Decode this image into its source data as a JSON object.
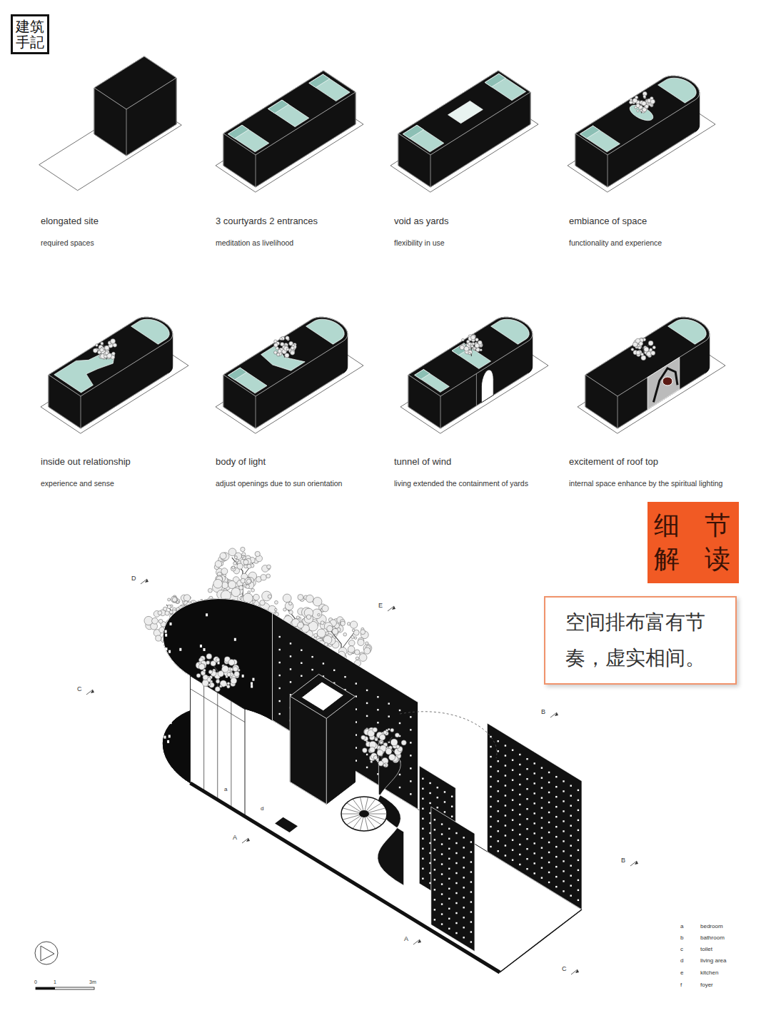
{
  "diagram": {
    "nodes": [
      {
        "text": [
          "建筑手記"
        ]
      },
      {
        "text": [
          "细 节 解 读"
        ]
      },
      {
        "text": [
          "空间排布富有节奏，虚实相间。"
        ]
      }
    ],
    "labels": [
      "elongated site",
      "required spaces",
      "3 courtyards 2 entrances",
      "meditation as livelihood",
      "void as yards",
      "flexibility in use",
      "embiance of space",
      "functionality and experience",
      "inside out relationship",
      "experience and sense",
      "body of light",
      "adjust openings due to sun orientation",
      "tunnel of wind",
      "living extended the containment of yards",
      "excitement of roof top",
      "internal space enhance by the spiritual lighting",
      "a",
      "b",
      "c",
      "d",
      "e",
      "f",
      "0",
      "1",
      "3m",
      "D",
      "E",
      "C",
      "B",
      "A",
      "B",
      "A",
      "C",
      "a",
      "d"
    ],
    "legend": [
      {
        "text": "bedroom"
      },
      {
        "text": "bathroom"
      },
      {
        "text": "toilet"
      },
      {
        "text": "living area"
      },
      {
        "text": "kitchen"
      },
      {
        "text": "foyer"
      }
    ]
  }
}
